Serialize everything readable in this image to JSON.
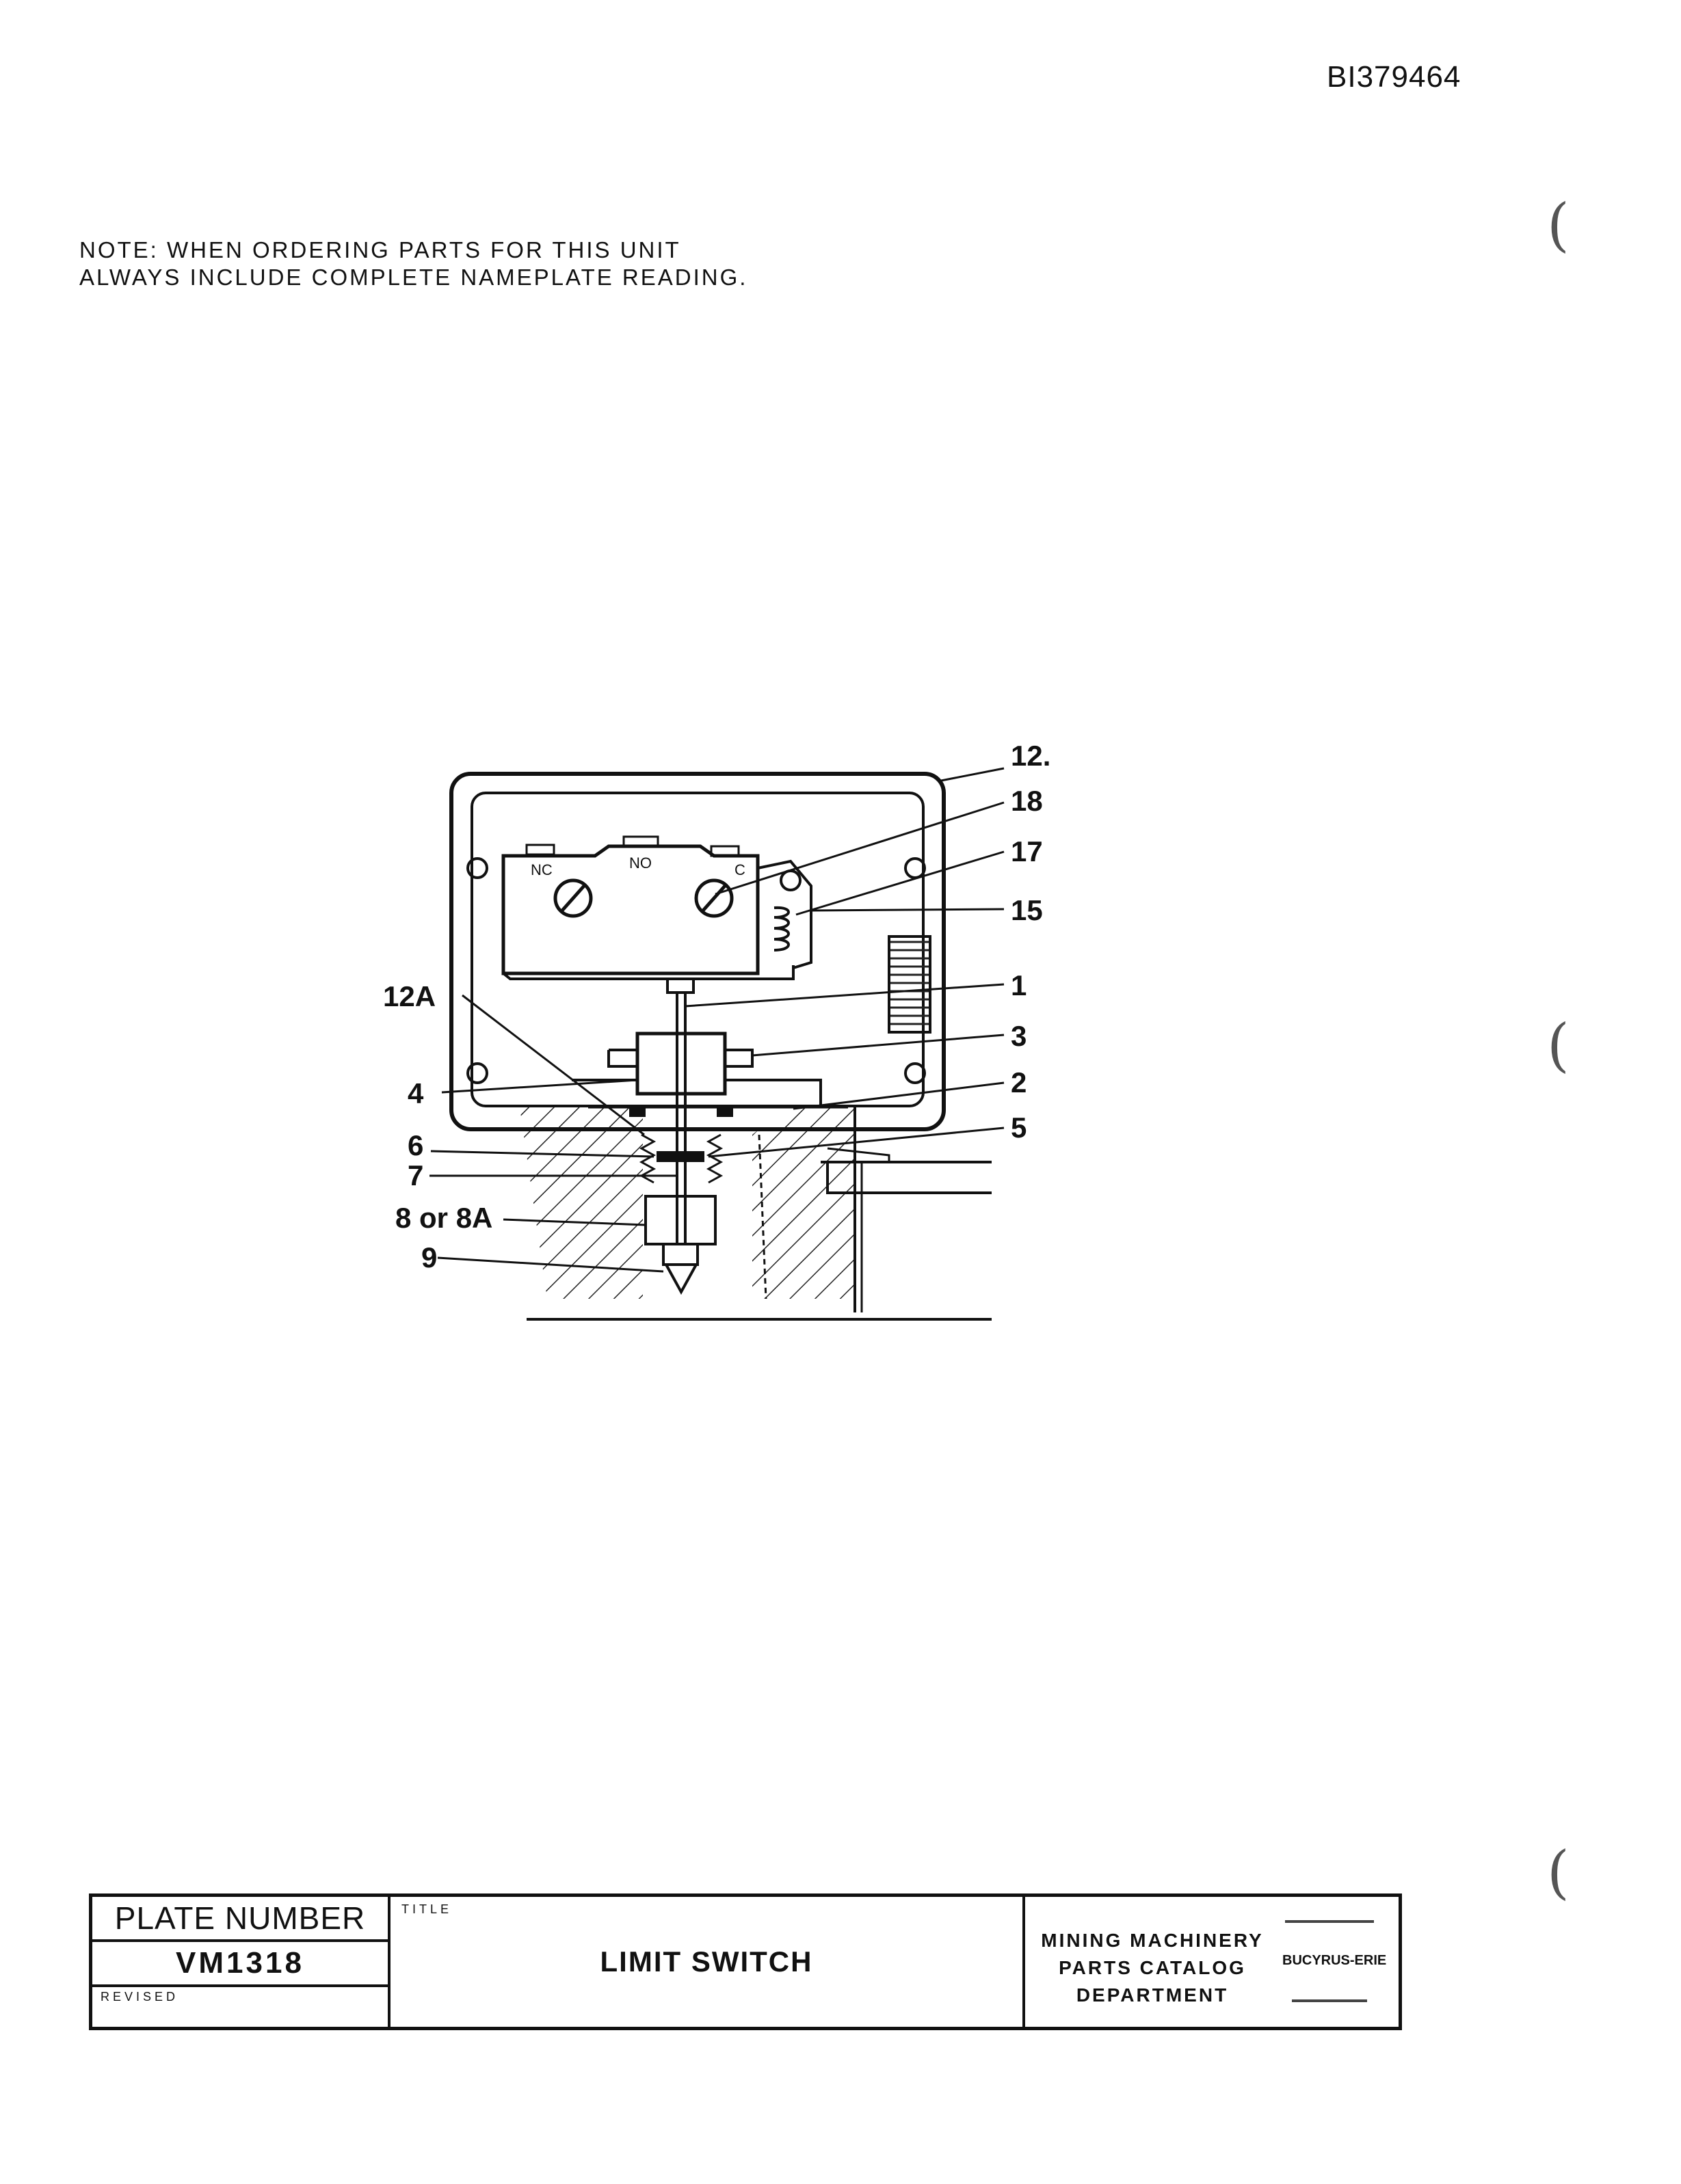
{
  "header": {
    "document_id": "BI379464"
  },
  "note": {
    "line1": "NOTE:  WHEN ORDERING PARTS FOR THIS UNIT",
    "line2": "ALWAYS INCLUDE COMPLETE NAMEPLATE READING."
  },
  "margin_marks": {
    "glyph": "("
  },
  "diagram": {
    "terminals": {
      "nc": "NC",
      "no": "NO",
      "c": "C"
    },
    "callouts": {
      "c12": "12.",
      "c18": "18",
      "c17": "17",
      "c15": "15",
      "c1": "1",
      "c3": "3",
      "c2": "2",
      "c5": "5",
      "c12a": "12A",
      "c4": "4",
      "c6": "6",
      "c7": "7",
      "c8": "8 or 8A",
      "c9": "9"
    }
  },
  "title_block": {
    "plate_number_label": "PLATE NUMBER",
    "plate_number": "VM1318",
    "revised_label": "REVISED",
    "title_label": "TITLE",
    "title": "LIMIT SWITCH",
    "department_line1": "MINING MACHINERY",
    "department_line2": "PARTS CATALOG",
    "department_line3": "DEPARTMENT",
    "brand": "BUCYRUS-ERIE"
  }
}
